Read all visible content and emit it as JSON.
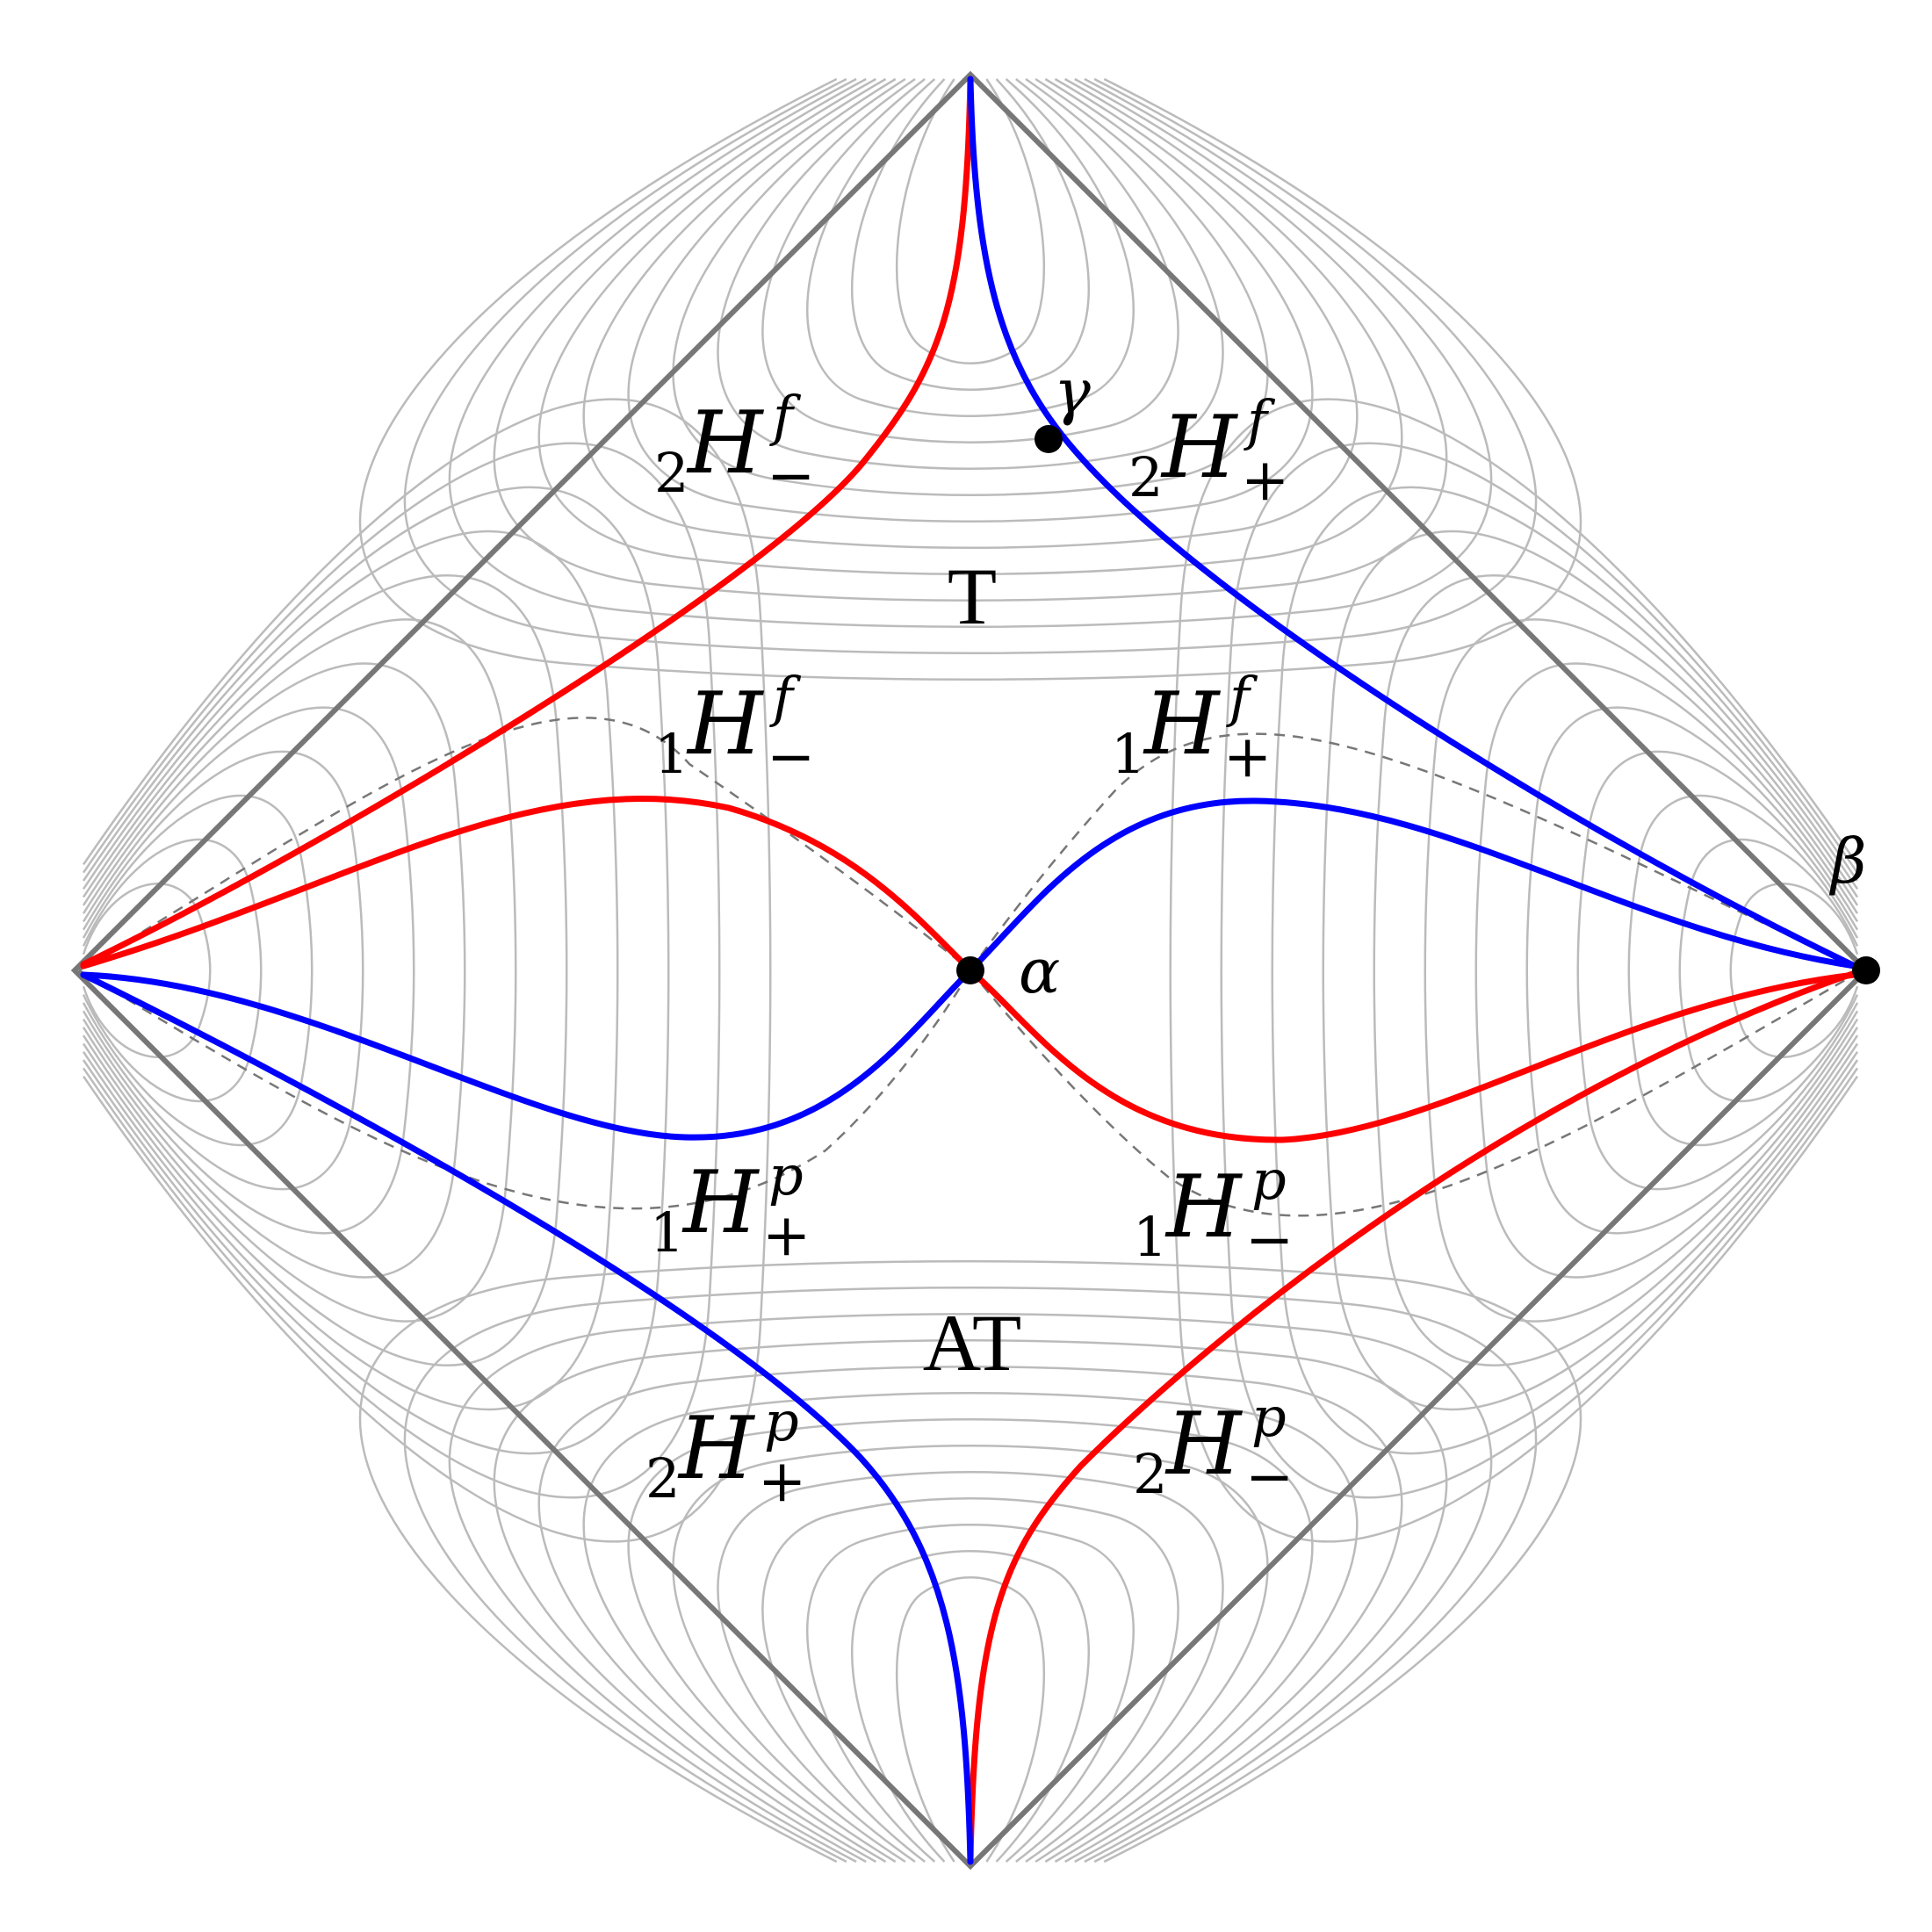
{
  "colors": {
    "boundary": "#777777",
    "contour": "#bbbbbb",
    "dashed": "#777777",
    "red_curve": "#ff0000",
    "blue_curve": "#0000ff",
    "point": "#000000"
  },
  "regions": {
    "future": "T",
    "past": "AT"
  },
  "points": {
    "alpha": "α",
    "beta": "β",
    "gamma": "γ"
  },
  "horizons": [
    {
      "key": "h2fm",
      "pre": "2",
      "main": "H",
      "sup": "f",
      "sub": "−"
    },
    {
      "key": "h2fp",
      "pre": "2",
      "main": "H",
      "sup": "f",
      "sub": "+"
    },
    {
      "key": "h1fm",
      "pre": "1",
      "main": "H",
      "sup": "f",
      "sub": "−"
    },
    {
      "key": "h1fp",
      "pre": "1",
      "main": "H",
      "sup": "f",
      "sub": "+"
    },
    {
      "key": "h1pp",
      "pre": "1",
      "main": "H",
      "sup": "p",
      "sub": "+"
    },
    {
      "key": "h1pm",
      "pre": "1",
      "main": "H",
      "sup": "p",
      "sub": "−"
    },
    {
      "key": "h2pp",
      "pre": "2",
      "main": "H",
      "sup": "p",
      "sub": "+"
    },
    {
      "key": "h2pm",
      "pre": "2",
      "main": "H",
      "sup": "p",
      "sub": "−"
    }
  ]
}
